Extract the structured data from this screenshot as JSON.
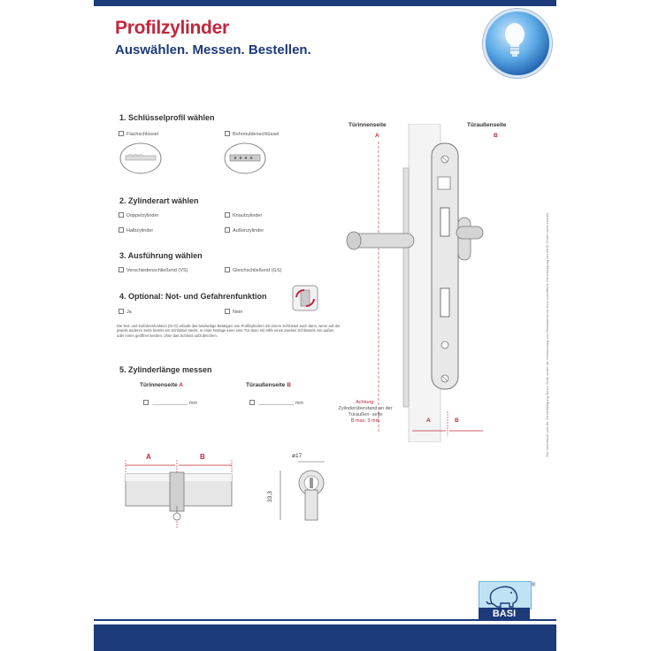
{
  "header": {
    "title": "Profilzylinder",
    "subtitle": "Auswählen. Messen. Bestellen."
  },
  "section1": {
    "heading": "1. Schlüsselprofil wählen",
    "options": [
      "Flachschlüssel",
      "Bohrmuldenschlüssel"
    ]
  },
  "section2": {
    "heading": "2. Zylinderart wählen",
    "options": [
      "Doppelzylinder",
      "Knaufzylinder",
      "Halbzylinder",
      "Außenzylinder"
    ]
  },
  "section3": {
    "heading": "3. Ausführung wählen",
    "options": [
      "Verschiedenschließend (VS)",
      "Gleichschließend (GS)"
    ]
  },
  "section4": {
    "heading": "4. Optional: Not- und Gefahrenfunktion",
    "options": [
      "Ja",
      "Nein"
    ],
    "description": "Die Not- und Gefahrenfunktion (N+G) erlaubt das beidseitige Betätigen von Profilzylindern mit einem Schlüssel auch dann, wenn auf der jeweils anderen Seite bereits ein Schlüssel steckt. In einer Notlage kann eine Tür dann mit Hilfe eines zweiten Schlüssels von außen oder innen geöffnet werden, ohne das Schloss aufzubrechen."
  },
  "section5": {
    "heading": "5. Zylinderlänge messen",
    "inner_label": "Türinnenseite",
    "inner_letter": "A",
    "outer_label": "Türaußenseite",
    "outer_letter": "B",
    "unit": "mm",
    "blank": "_____________"
  },
  "diagram": {
    "inner_side": "Türinnenseite",
    "inner_letter": "A",
    "outer_side": "Türaußenseite",
    "outer_letter": "B",
    "dim_a": "A",
    "dim_b": "B",
    "note_title": "Achtung:",
    "note_text": "Zylinderüberstand an der Türaußen- seite",
    "note_value": "B max. 3 mm"
  },
  "cylinder": {
    "label_a": "A",
    "label_b": "B",
    "diameter": "ø17",
    "height": "33,3"
  },
  "side_note": "Ein Nachdruck und die Vervielfältigung dieser Seite sowie die Verwendung von Bildmaterial ist ohne schriftliche Genehmigung der BASI GmbH nicht erlaubt.",
  "brand": {
    "logo_text": "BASI",
    "registered": "®"
  },
  "colors": {
    "brand_blue": "#1d3a7a",
    "accent_red": "#c0273d",
    "light_blue": "#5aa9e6"
  },
  "icons": [
    "lightbulb-icon",
    "flat-key-icon",
    "dimple-key-icon",
    "emergency-function-icon",
    "elephant-logo-icon"
  ]
}
